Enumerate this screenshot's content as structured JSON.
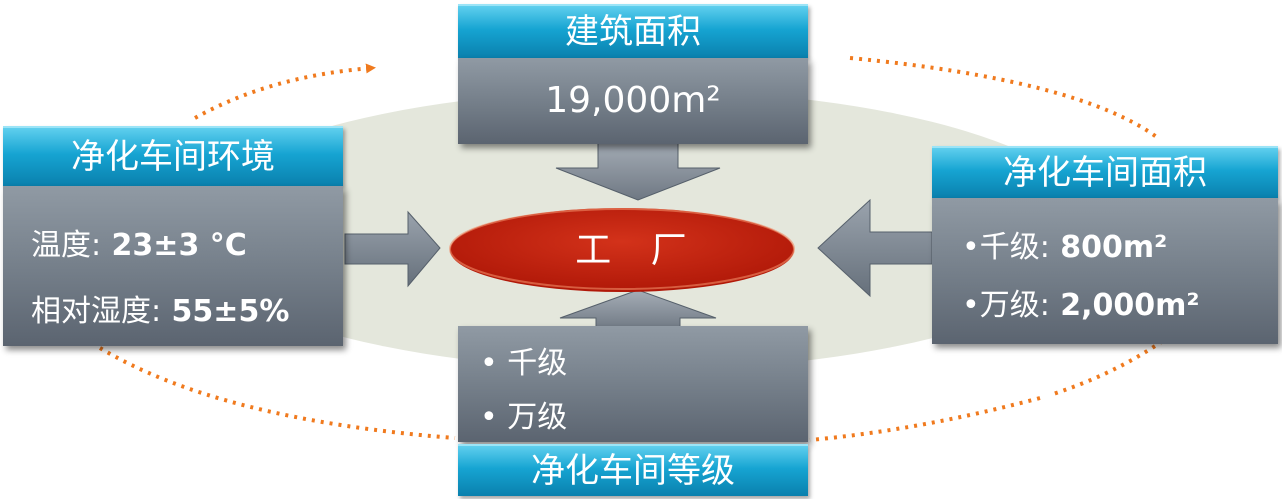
{
  "center": {
    "label": "工 厂"
  },
  "building_area": {
    "title": "建筑面积",
    "value": "19,000m²"
  },
  "cleanroom_env": {
    "title": "净化车间环境",
    "line1_label": "温度:",
    "line1_value": " 23±3 °C",
    "line2_label": "相对湿度:",
    "line2_value": " 55±5%"
  },
  "cleanroom_area": {
    "title": "净化车间面积",
    "line1_label": "•千级:",
    "line1_value": " 800m²",
    "line2_label": "•万级:",
    "line2_value": " 2,000m²"
  },
  "cleanroom_grade": {
    "title": "净化车间等级",
    "item1": "• 千级",
    "item2": "• 万级"
  },
  "colors": {
    "header_blue": "#16a4d2",
    "body_gray": "#737d88",
    "factory_red": "#c81e0c",
    "dotted_orange": "#f07a1e",
    "ellipse_bg": "#e4e7dc"
  }
}
